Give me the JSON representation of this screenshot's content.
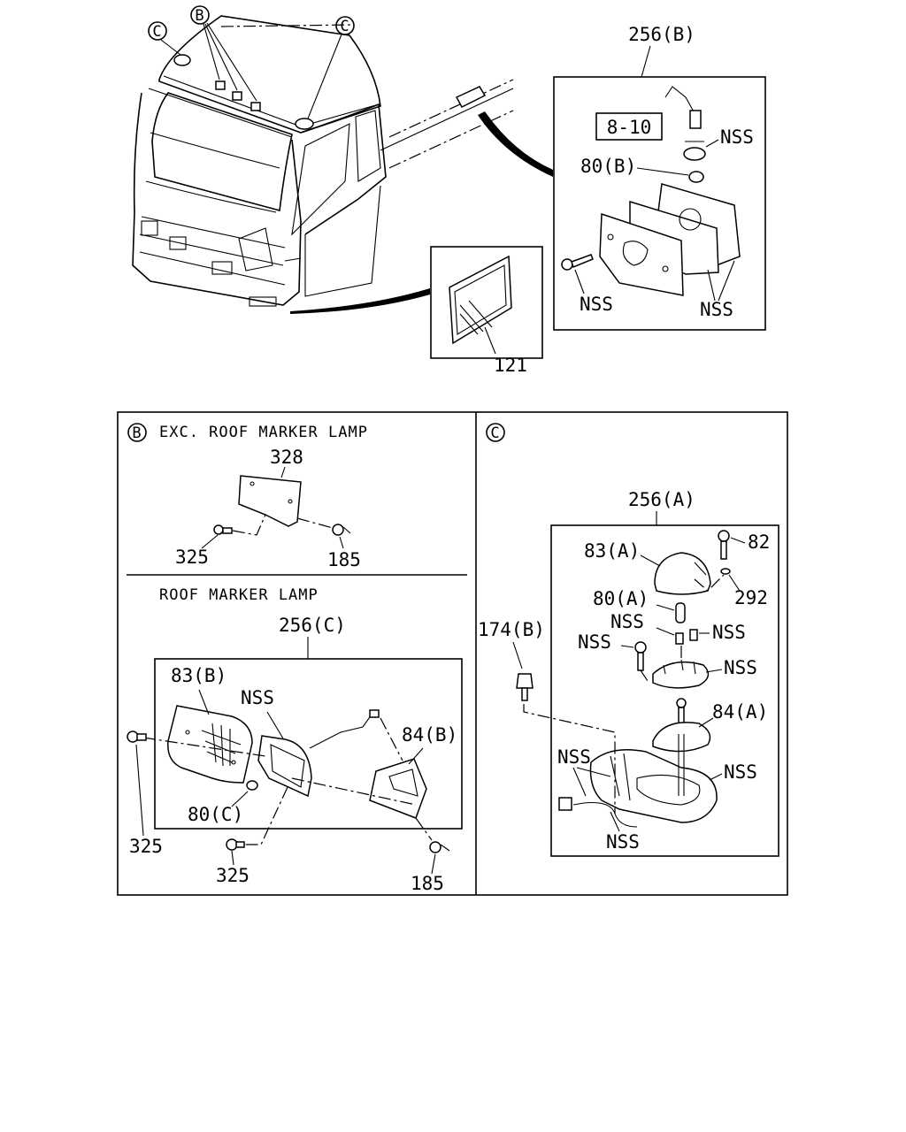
{
  "top": {
    "callouts": {
      "b": "B",
      "c_left": "C",
      "c_right": "C"
    },
    "lamp_box": {
      "title": "256(B)",
      "ref": "8-10",
      "labels": {
        "nss_socket": "NSS",
        "bulb": "80(B)",
        "nss_screw": "NSS",
        "nss_gasket": "NSS"
      }
    },
    "reflector_box": {
      "label": "121"
    }
  },
  "panel_b": {
    "marker": "B",
    "heading": "EXC. ROOF MARKER LAMP",
    "labels": {
      "plate": "328",
      "screw": "325",
      "nut": "185"
    },
    "sub_heading": "ROOF MARKER LAMP",
    "lamp": {
      "title": "256(C)",
      "labels": {
        "lens": "83(B)",
        "nss": "NSS",
        "bracket": "84(B)",
        "bulb": "80(C)",
        "screw_left": "325",
        "screw_bottom": "325",
        "nut": "185"
      }
    }
  },
  "panel_c": {
    "marker": "C",
    "lamp": {
      "title": "256(A)",
      "labels": {
        "lens": "83(A)",
        "screw": "82",
        "washer": "292",
        "bulb": "80(A)",
        "nss_1": "NSS",
        "nss_2": "NSS",
        "nss_3": "NSS",
        "nss_4": "NSS",
        "base": "84(A)",
        "nss_5": "NSS",
        "nss_6": "NSS",
        "nss_7": "NSS"
      }
    },
    "bolt": "174(B)"
  }
}
